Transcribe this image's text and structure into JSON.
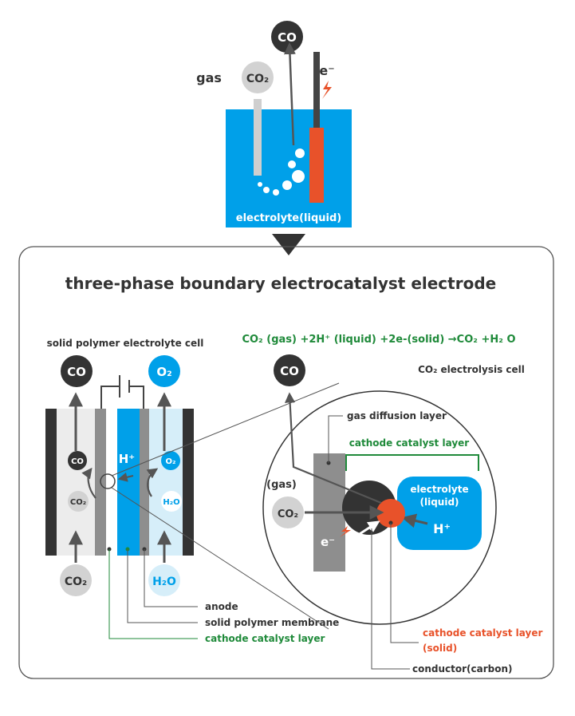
{
  "top": {
    "co_circle": "CO",
    "gas_label": "gas",
    "co2_circle": "CO₂",
    "electron_label": "e⁻",
    "electrolyte_label": "electrolyte(liquid)"
  },
  "panel": {
    "title": "three-phase boundary electrocatalyst electrode"
  },
  "left_cell": {
    "caption": "solid polymer electrolyte cell",
    "co_top": "CO",
    "o2_top": "O₂",
    "h_plus": "H⁺",
    "co_inner": "CO",
    "o2_inner": "O₂",
    "co2_inner": "CO₂",
    "h2o_inner": "H₂O",
    "co2_bottom": "CO₂",
    "h2o_bottom": "H₂O",
    "anode_label": "anode",
    "membrane_label": "solid polymer membrane",
    "catalyst_label": "cathode catalyst layer"
  },
  "right_cell": {
    "equation": "CO₂ (gas) +2H⁺ (liquid) +2e-(solid) →CO₂ +H₂ O",
    "caption": "CO₂ electrolysis cell",
    "co_top": "CO",
    "gas_diffusion_label": "gas diffusion layer",
    "catalyst_layer_label": "cathode catalyst layer",
    "gas_label": "(gas)",
    "co2_circle": "CO₂",
    "electrolyte_line1": "electrolyte",
    "electrolyte_line2": "(liquid)",
    "h_plus": "H⁺",
    "electron": "e⁻",
    "solid_catalyst_line1": "cathode catalyst layer",
    "solid_catalyst_line2": "(solid)",
    "conductor_label": "conductor(carbon)"
  },
  "colors": {
    "dark": "#333333",
    "blue": "#00a0e9",
    "orange": "#e8522a",
    "green": "#1f8a3a",
    "gray": "#c8c8c8"
  }
}
